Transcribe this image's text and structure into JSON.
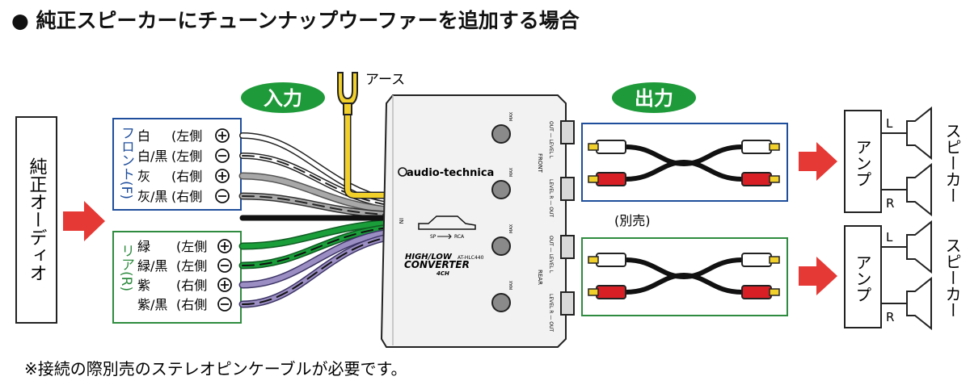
{
  "heading": {
    "bullet": "●",
    "text": "純正スピーカーにチューンナップウーファーを追加する場合"
  },
  "source": {
    "label": "純正オーディオ"
  },
  "input_badge": "入力",
  "output_badge": "出力",
  "ground_label": "アース",
  "front_group": {
    "label": "フロント(F)",
    "rows": [
      {
        "color": "白",
        "side": "(左側",
        "sign": "+"
      },
      {
        "color": "白/黒",
        "side": "(左側",
        "sign": "−"
      },
      {
        "color": "灰",
        "side": "(右側",
        "sign": "+"
      },
      {
        "color": "灰/黒",
        "side": "(右側",
        "sign": "−"
      }
    ]
  },
  "rear_group": {
    "label": "リア(R)",
    "rows": [
      {
        "color": "緑",
        "side": "(左側",
        "sign": "+"
      },
      {
        "color": "緑/黒",
        "side": "(左側",
        "sign": "−"
      },
      {
        "color": "紫",
        "side": "(右側",
        "sign": "+"
      },
      {
        "color": "紫/黒",
        "side": "(右側",
        "sign": "−"
      }
    ]
  },
  "device": {
    "brand": "audio-technica",
    "model": "AT-HLC440",
    "name_line1": "HIGH/LOW",
    "name_line2": "CONVERTER",
    "name_line3": "4CH",
    "knob_label": "MAX",
    "front_label": "FRONT",
    "rear_label": "REAR",
    "level_l": "OUT — LEVEL L",
    "level_r": "LEVEL R — OUT",
    "in_label": "IN",
    "sp_label": "SP",
    "rca_label": "RCA"
  },
  "separately_sold": "(別売)",
  "amp_label": "アンプ",
  "speaker_label": "スピーカー",
  "channel_l": "L",
  "channel_r": "R",
  "note": "※接続の際別売のステレオピンケーブルが必要です。",
  "colors": {
    "front_border": "#1f4e9c",
    "rear_border": "#2e8b3f",
    "badge": "#1f9a3a",
    "arrow": "#e53935",
    "rca_red": "#d91f26",
    "rca_white": "#ffffff",
    "wire_gray": "#a8a8a8",
    "wire_green": "#1a9e3a",
    "wire_purple": "#9b8ec2",
    "ground": "#f2d02b",
    "device": "#f2f2f2"
  }
}
